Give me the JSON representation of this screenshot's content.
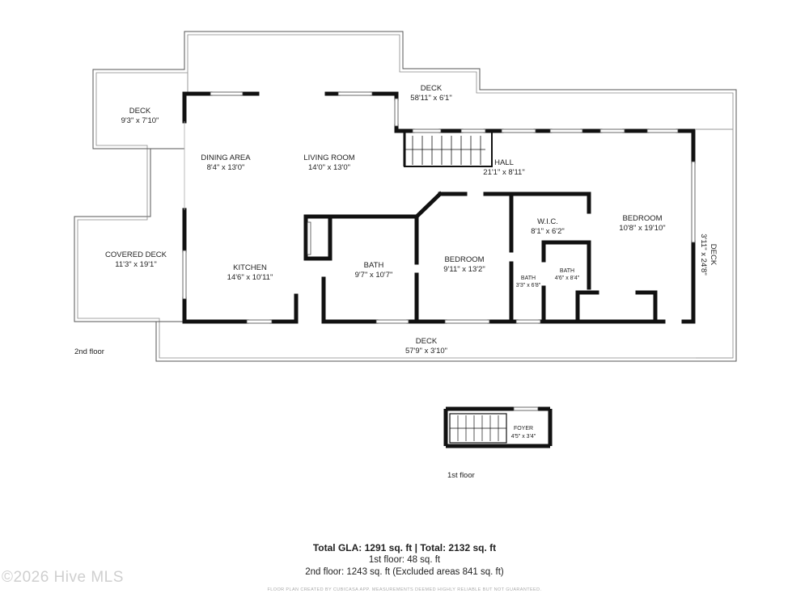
{
  "floors": {
    "second": "2nd floor",
    "first": "1st floor"
  },
  "rooms": {
    "deck_top": {
      "name": "DECK",
      "dim": "58'11\" x 6'1\""
    },
    "deck_left": {
      "name": "DECK",
      "dim": "9'3\" x 7'10\""
    },
    "dining": {
      "name": "DINING AREA",
      "dim": "8'4\" x 13'0\""
    },
    "living": {
      "name": "LIVING ROOM",
      "dim": "14'0\" x 13'0\""
    },
    "hall": {
      "name": "HALL",
      "dim": "21'1\" x 8'11\""
    },
    "covered_deck": {
      "name": "COVERED DECK",
      "dim": "11'3\" x 19'1\""
    },
    "kitchen": {
      "name": "KITCHEN",
      "dim": "14'6\" x 10'11\""
    },
    "bath1": {
      "name": "BATH",
      "dim": "9'7\" x 10'7\""
    },
    "bedroom1": {
      "name": "BEDROOM",
      "dim": "9'11\" x 13'2\""
    },
    "wic": {
      "name": "W.I.C.",
      "dim": "8'1\" x 6'2\""
    },
    "bath2": {
      "name": "BATH",
      "dim": "3'3\" x 6'8\""
    },
    "bath3": {
      "name": "BATH",
      "dim": "4'6\" x 8'4\""
    },
    "bedroom2": {
      "name": "BEDROOM",
      "dim": "10'8\" x 19'10\""
    },
    "deck_right": {
      "name": "DECK",
      "dim": "3'11\" x 24'8\""
    },
    "deck_bottom": {
      "name": "DECK",
      "dim": "57'9\" x 3'10\""
    },
    "foyer": {
      "name": "FOYER",
      "dim": "4'5\" x 3'4\""
    }
  },
  "summary": {
    "total": "Total GLA: 1291 sq. ft | Total: 2132 sq. ft",
    "first": "1st floor: 48 sq. ft",
    "second": "2nd floor: 1243 sq. ft (Excluded areas 841 sq. ft)"
  },
  "footer_note": "FLOOR PLAN CREATED BY CUBICASA APP. MEASUREMENTS DEEMED HIGHLY RELIABLE BUT NOT GUARANTEED.",
  "watermark": "©2026 Hive MLS"
}
